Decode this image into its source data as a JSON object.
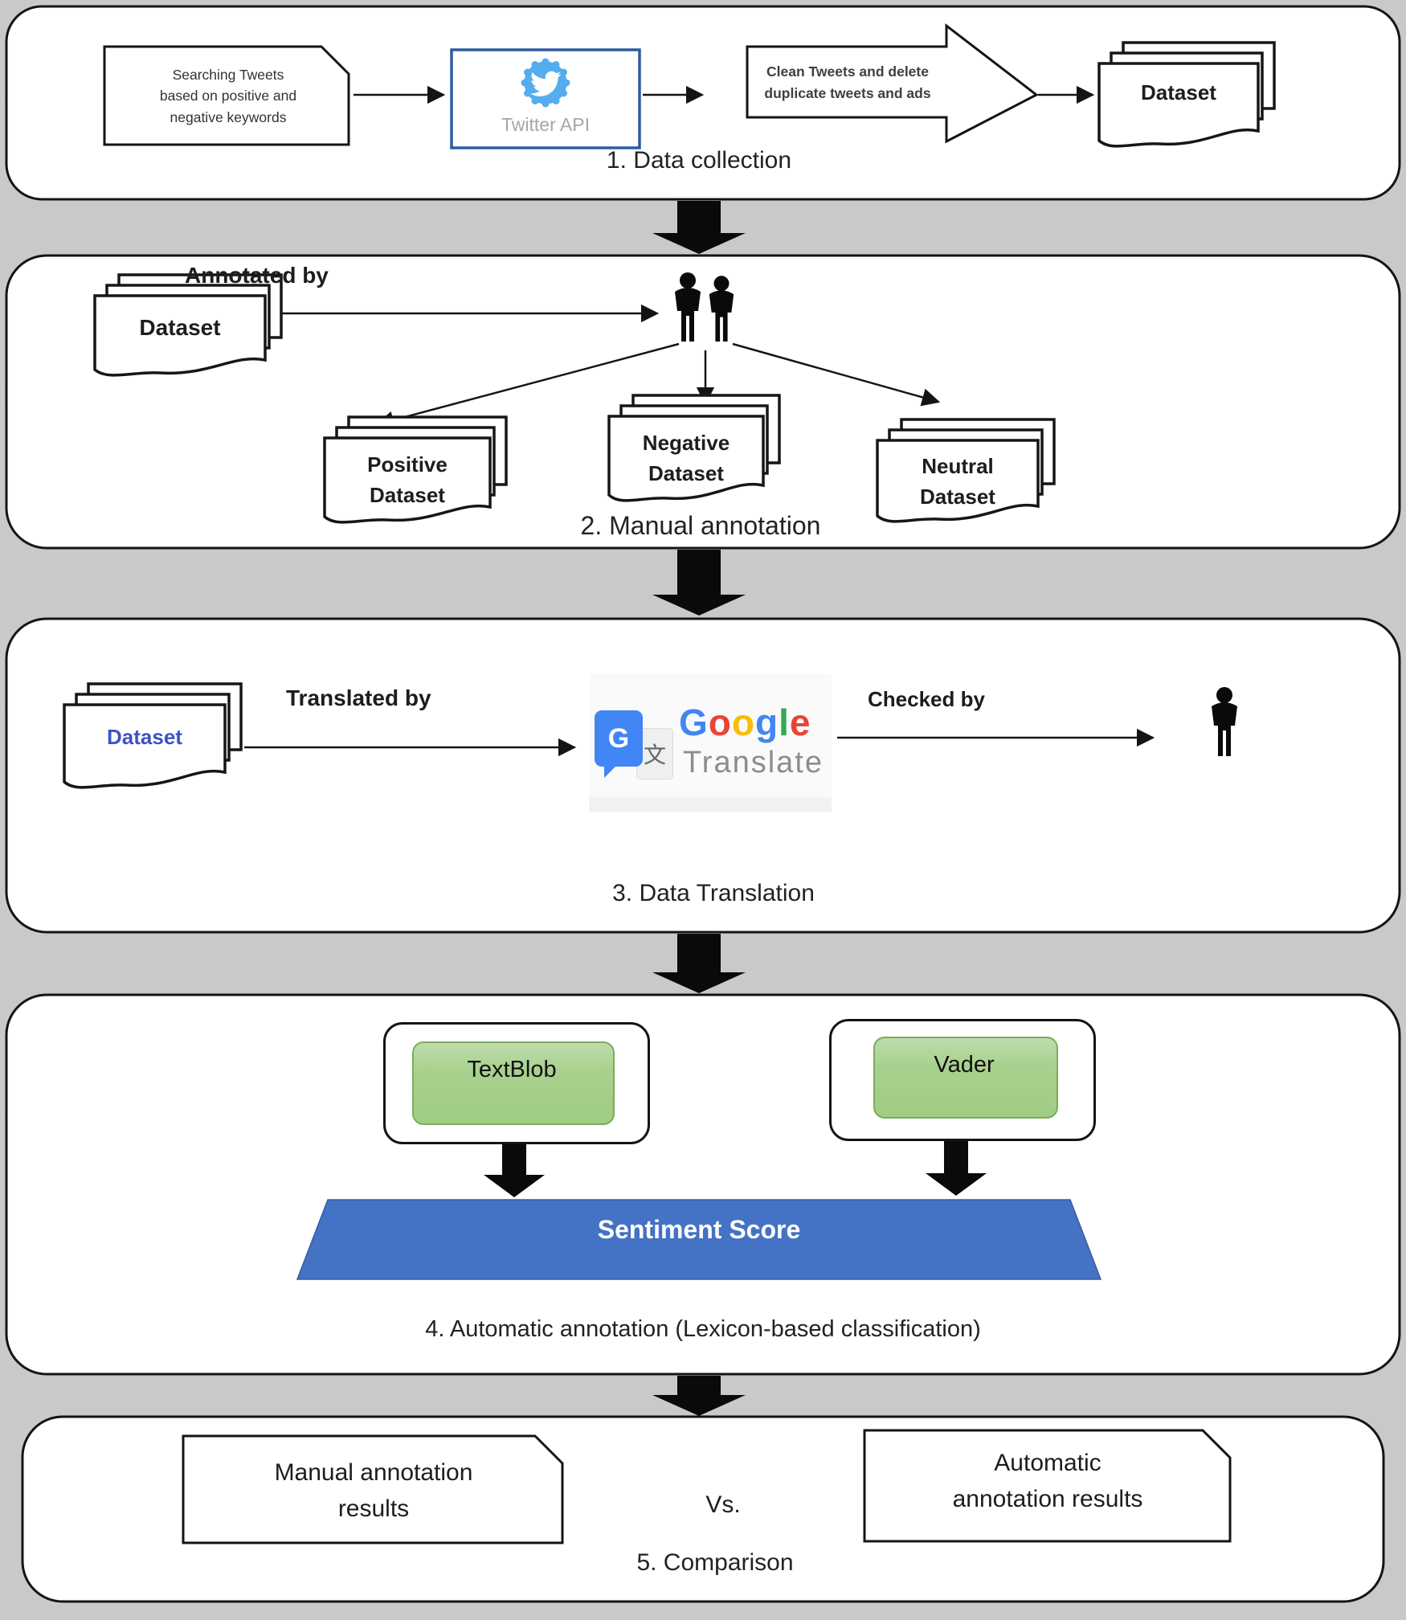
{
  "colors": {
    "page_bg": "#c9c9c9",
    "panel_bg": "#ffffff",
    "outline": "#141414",
    "twitter_blue": "#55acee",
    "twitter_box_border": "#2d5b9e",
    "green_fill": "#a9d18e",
    "green_border": "#79ae5b",
    "score_blue": "#4472c4",
    "translated_dataset_text": "#3d52c5",
    "google_letter_colors": [
      "#4285F4",
      "#EA4335",
      "#FBBC05",
      "#4285F4",
      "#34A853",
      "#EA4335"
    ]
  },
  "icons": {
    "twitter": "twitter-bird-verified-badge",
    "annotators": "two-people-silhouette",
    "checker": "person-silhouette",
    "google_translate": "google-translate-logo"
  },
  "sections": {
    "collection": {
      "caption": "1. Data collection",
      "search_doc": "Searching Tweets\nbased on positive and\nnegative keywords",
      "twitter_label": "Twitter API",
      "clean_arrow": "Clean Tweets and delete\nduplicate tweets and ads",
      "dataset_label": "Dataset"
    },
    "annotation": {
      "caption": "2. Manual annotation",
      "dataset_label": "Dataset",
      "annotated_by": "Annotated by",
      "positive_label": "Positive\nDataset",
      "negative_label": "Negative\nDataset",
      "neutral_label": "Neutral\nDataset"
    },
    "translation": {
      "caption": "3. Data Translation",
      "dataset_label": "Dataset",
      "translated_by": "Translated by",
      "checked_by": "Checked by",
      "google": {
        "letters": [
          "G",
          "o",
          "o",
          "g",
          "l",
          "e"
        ],
        "translate": "Translate",
        "icon_g": "G",
        "icon_char": "文"
      }
    },
    "automatic": {
      "caption": "4. Automatic annotation (Lexicon-based classification)",
      "textblob_label": "TextBlob",
      "vader_label": "Vader",
      "score_label": "Sentiment Score"
    },
    "comparison": {
      "caption": "5. Comparison",
      "manual_results": "Manual annotation\nresults",
      "vs": "Vs.",
      "automatic_results": "Automatic\nannotation results"
    }
  }
}
